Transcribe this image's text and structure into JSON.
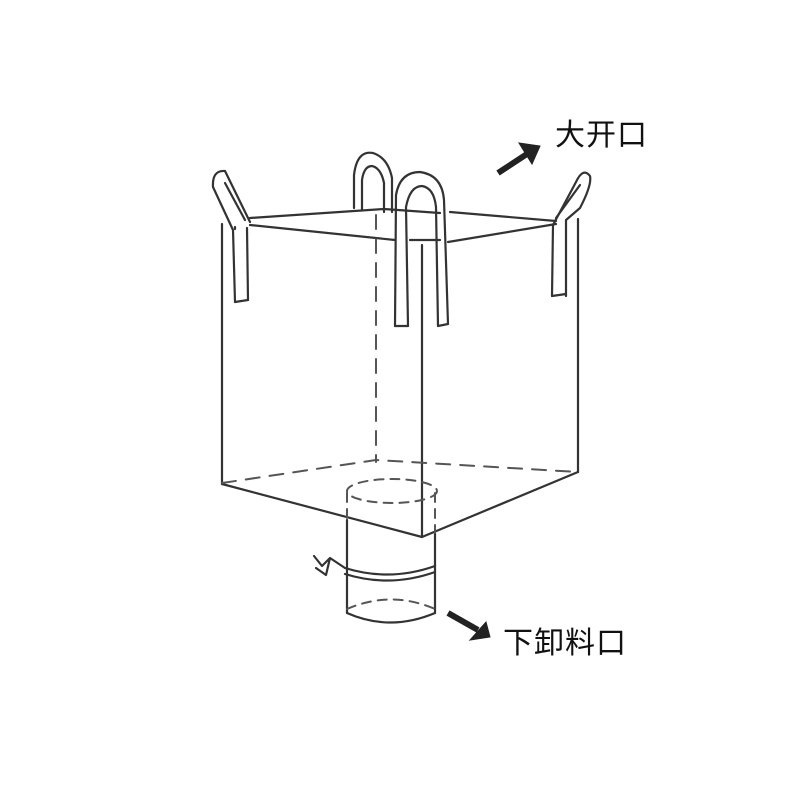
{
  "diagram": {
    "type": "bulk-bag-illustration",
    "subject": "FIBC jumbo bag with four lifting loops, open top and bottom discharge spout",
    "labels": {
      "top_opening": "大开口",
      "bottom_discharge": "下卸料口"
    },
    "callouts": [
      {
        "name": "top-opening-arrow",
        "direction": "up-right",
        "points_to": "top_opening"
      },
      {
        "name": "discharge-arrow",
        "direction": "down-right",
        "points_to": "bottom_discharge"
      }
    ],
    "colors": {
      "line": "#333333",
      "arrow": "#222222",
      "background": "#ffffff"
    }
  }
}
